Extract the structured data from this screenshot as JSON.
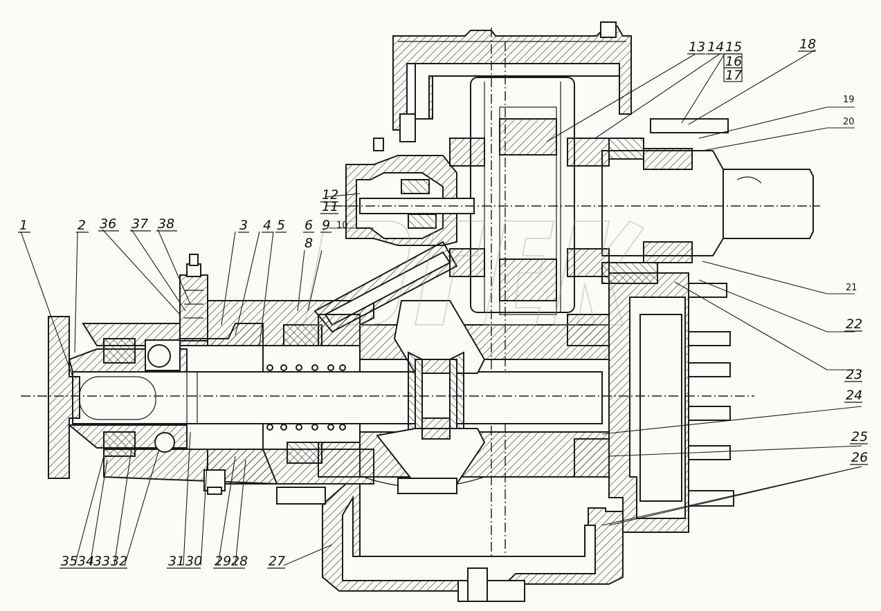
{
  "callouts": {
    "c1": "1",
    "c2": "2",
    "c3": "3",
    "c4": "4",
    "c5": "5",
    "c6": "6",
    "c8": "8",
    "c9": "9",
    "c10": "10",
    "c11": "11",
    "c12": "12",
    "c13": "13",
    "c14": "14",
    "c15": "15",
    "c16": "16",
    "c17": "17",
    "c18": "18",
    "c19": "19",
    "c20": "20",
    "c21": "21",
    "c22": "22",
    "c23": "23",
    "c24": "24",
    "c25": "25",
    "c26": "26",
    "c27": "27",
    "c28": "28",
    "c29": "29",
    "c30": "30",
    "c31": "31",
    "c32": "32",
    "c33": "33",
    "c34": "34",
    "c35": "35",
    "c36": "36",
    "c37": "37",
    "c38": "38"
  },
  "colors": {
    "ink": "#1a1a1a",
    "paper": "#fbfbf7",
    "watermark": "#9a9a9a"
  },
  "icons": {
    "watermark": "watermark-logo"
  }
}
